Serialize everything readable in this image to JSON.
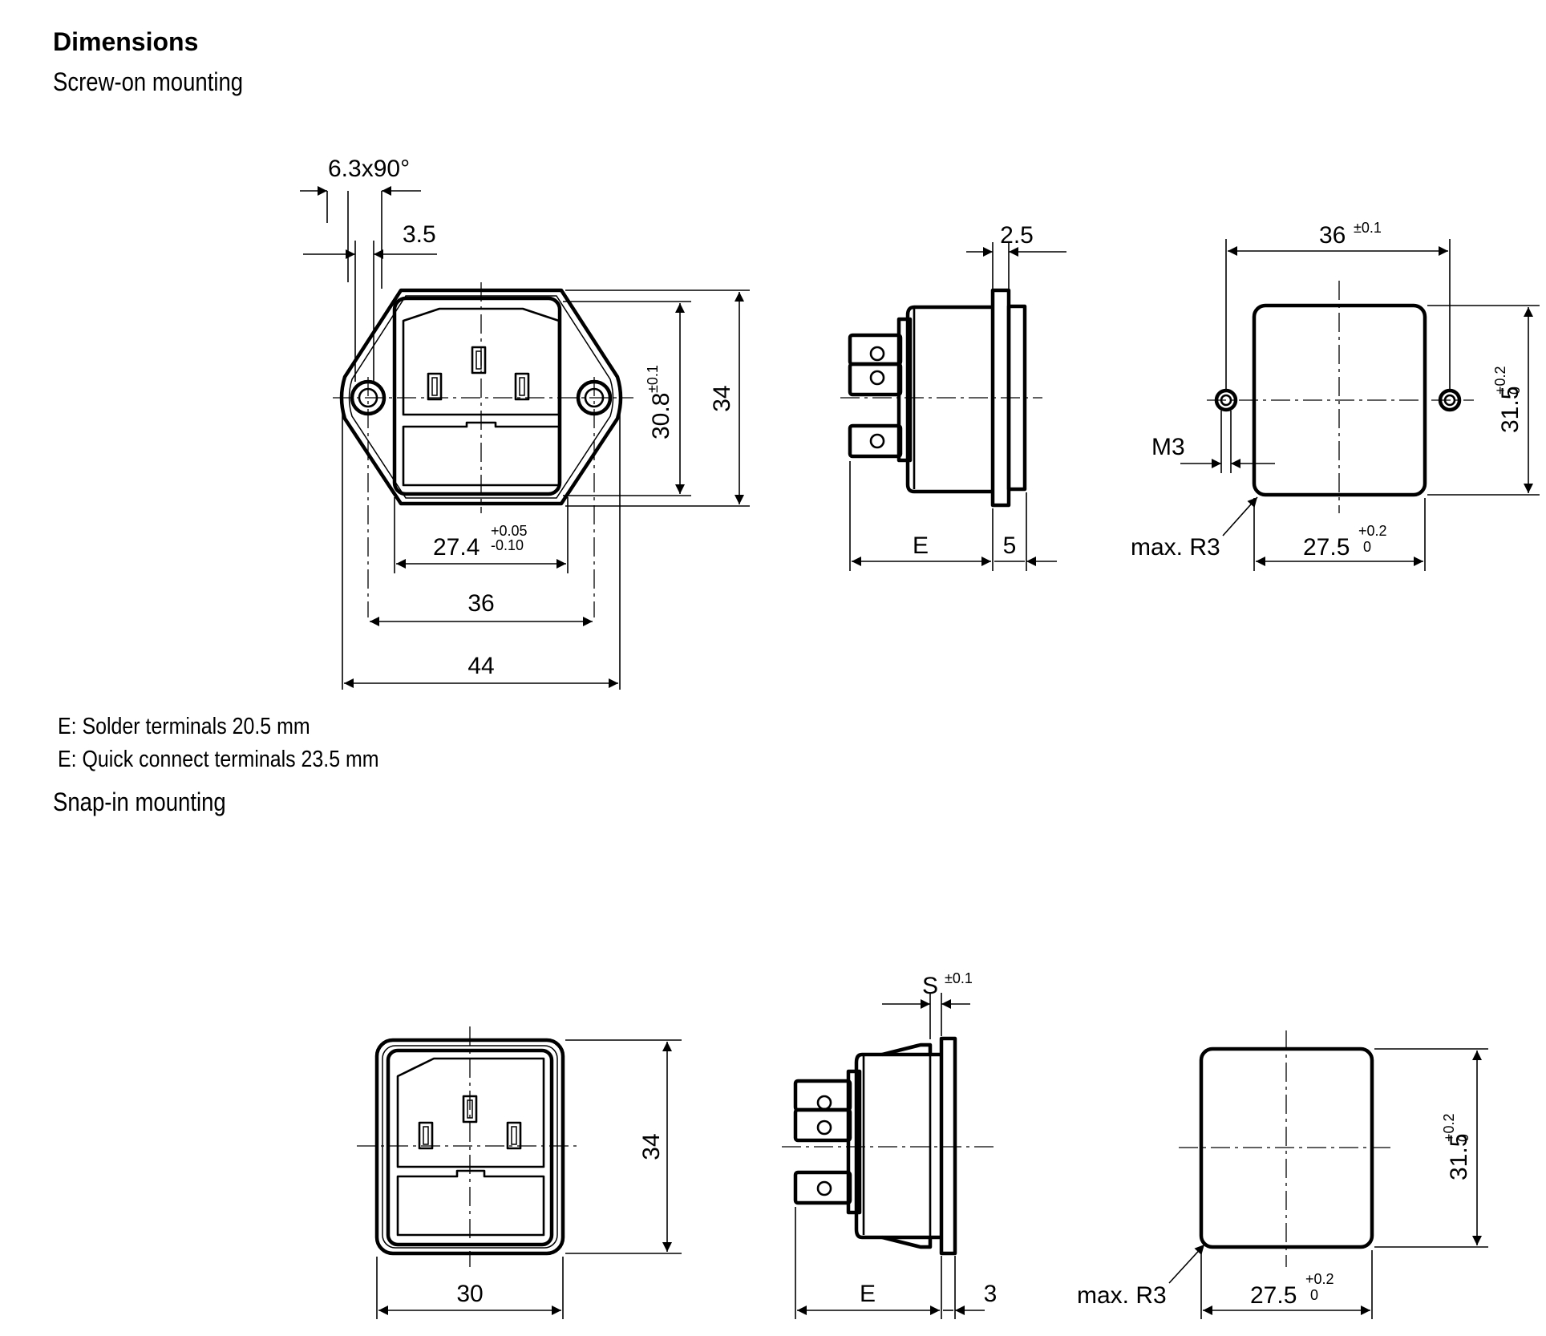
{
  "heading": "Dimensions",
  "sections": {
    "screw_on": "Screw-on mounting",
    "snap_in": "Snap-in mounting"
  },
  "notes": [
    "E: Solder terminals 20.5 mm",
    "E: Quick connect terminals 23.5 mm"
  ],
  "screw_labels": {
    "tab": "6.3x90°",
    "pitch": "3.5",
    "height_inner": "30.8",
    "height_inner_tol": "±0.1",
    "height": "34",
    "width_inner": "27.4",
    "width_inner_tol_up": "+0.05",
    "width_inner_tol_down": "-0.10",
    "hole_pitch": "36",
    "flange_width": "44",
    "flange": "2.5",
    "depth": "E",
    "panel": "5",
    "cut_pitch": "36",
    "cut_pitch_tol": "±0.1",
    "cut_height": "31.5",
    "cut_tol_up": "+0.2",
    "cut_tol_down": "0",
    "thread": "M3",
    "radius": "max. R3",
    "cut_width": "27.5",
    "cut_width_tol_up": "+0.2",
    "cut_width_tol_down": "0"
  },
  "snap_labels": {
    "height": "34",
    "width": "30",
    "thickness": "S",
    "thickness_tol": "±0.1",
    "depth": "E",
    "panel": "3",
    "radius": "max. R3",
    "cut_width": "27.5",
    "cut_width_tol_up": "+0.2",
    "cut_width_tol_down": "0",
    "cut_height": "31.5",
    "cut_height_tol_up": "+0.2",
    "cut_height_tol_down": "0"
  }
}
